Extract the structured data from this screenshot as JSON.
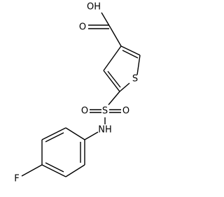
{
  "atoms": {
    "hydroxyl": "OH",
    "carbonyl_oxygen": "O",
    "ring_sulfur": "S",
    "sulfonyl_sulfur": "S",
    "sulfonyl_oxygen_left": "O",
    "sulfonyl_oxygen_right": "O",
    "amine": "NH",
    "fluorine": "F"
  },
  "colors": {
    "bond": "#000000",
    "label": "#000000",
    "background": "#ffffff"
  }
}
